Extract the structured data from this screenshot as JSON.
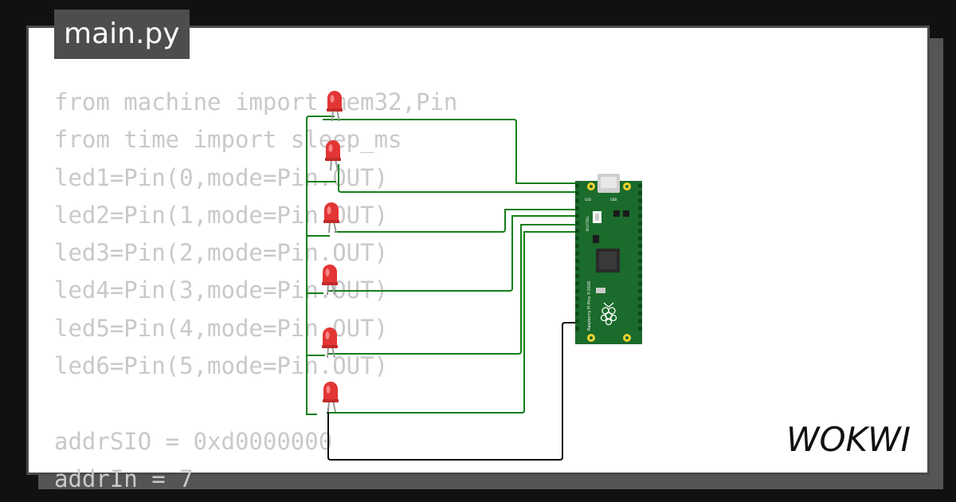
{
  "tab": {
    "filename": "main.py"
  },
  "code_lines": [
    "from machine import mem32,Pin",
    "from time import sleep_ms",
    "led1=Pin(0,mode=Pin.OUT)",
    "led2=Pin(1,mode=Pin.OUT)",
    "led3=Pin(2,mode=Pin.OUT)",
    "led4=Pin(3,mode=Pin.OUT)",
    "led5=Pin(4,mode=Pin.OUT)",
    "led6=Pin(5,mode=Pin.OUT)",
    "",
    "addrSIO = 0xd0000000",
    "addrIn = 7"
  ],
  "board": {
    "usb_label": "USB",
    "led_label": "LED",
    "bootsel_label": "BOOTSEL",
    "name_label": "Raspberry Pi Pico ©2020"
  },
  "brand": {
    "logo_text": "WOKWI"
  },
  "colors": {
    "wire_green": "#15801a",
    "wire_black": "#111111",
    "led_red": "#e33535",
    "board_green": "#1b6b2c",
    "pin_gold": "#f2d22c"
  },
  "icons": [
    "led-icon",
    "raspberry-logo-icon",
    "wokwi-logo-icon"
  ]
}
